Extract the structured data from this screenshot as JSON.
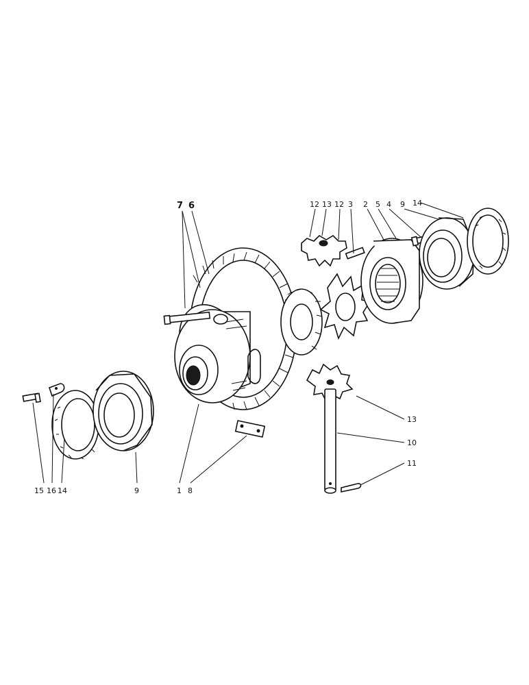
{
  "labels": {
    "l_7": "7",
    "l_6": "6",
    "l_12a": "12",
    "l_13a": "13",
    "l_12b": "12",
    "l_3": "3",
    "l_2": "2",
    "l_5": "5",
    "l_4": "4",
    "l_9a": "9",
    "l_14a": "14",
    "l_13b": "13",
    "l_10": "10",
    "l_11": "11",
    "l_15": "15",
    "l_16": "16",
    "l_14b": "14",
    "l_9b": "9",
    "l_1": "1",
    "l_8": "8"
  }
}
